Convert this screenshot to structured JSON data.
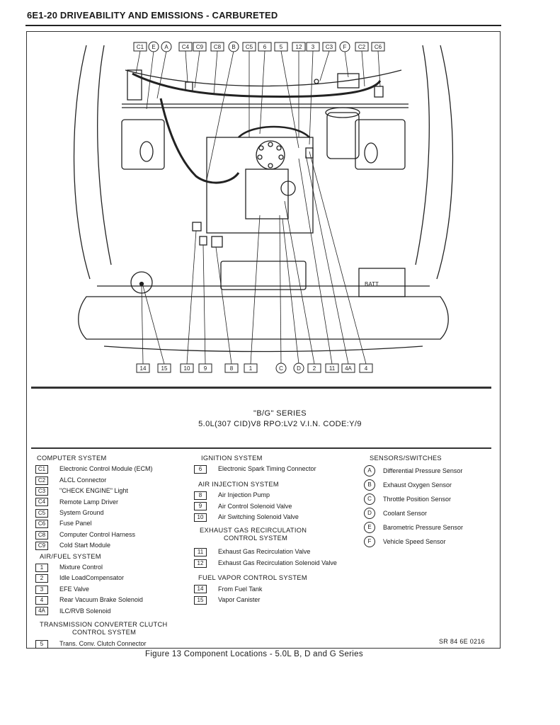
{
  "header": {
    "title": "6E1-20 DRIVEABILITY AND EMISSIONS - CARBURETED"
  },
  "diagram": {
    "top_callouts": [
      "C1",
      "E",
      "A",
      "C4",
      "C9",
      "C8",
      "B",
      "C5",
      "6",
      "5",
      "12",
      "3",
      "C3",
      "F",
      "C2",
      "C6"
    ],
    "bottom_callouts": [
      "14",
      "15",
      "10",
      "9",
      "8",
      "1",
      "C",
      "D",
      "2",
      "11",
      "4A",
      "4"
    ],
    "batt_label": "BATT."
  },
  "series": {
    "line1": "\"B/G\" SERIES",
    "line2": "5.0L(307 CID)V8 RPO:LV2 V.I.N. CODE:Y/9"
  },
  "legend": {
    "computer": {
      "title": "COMPUTER SYSTEM",
      "items": [
        {
          "code": "C1",
          "text": "Electronic Control Module (ECM)"
        },
        {
          "code": "C2",
          "text": "ALCL Connector"
        },
        {
          "code": "C3",
          "text": "\"CHECK ENGINE\" Light"
        },
        {
          "code": "C4",
          "text": "Remote Lamp Driver"
        },
        {
          "code": "C5",
          "text": "System Ground"
        },
        {
          "code": "C6",
          "text": "Fuse Panel"
        },
        {
          "code": "C8",
          "text": "Computer Control Harness"
        },
        {
          "code": "C9",
          "text": "Cold Start Module"
        }
      ]
    },
    "airfuel": {
      "title": "AIR/FUEL SYSTEM",
      "items": [
        {
          "code": "1",
          "text": "Mixture Control"
        },
        {
          "code": "2",
          "text": "Idle LoadCompensator"
        },
        {
          "code": "3",
          "text": "EFE Valve"
        },
        {
          "code": "4",
          "text": "Rear Vacuum Brake Solenoid"
        },
        {
          "code": "4A",
          "text": "ILC/RVB Solenoid"
        }
      ]
    },
    "transmission": {
      "title1": "TRANSMISSION CONVERTER CLUTCH",
      "title2": "CONTROL SYSTEM",
      "items": [
        {
          "code": "5",
          "text": "Trans. Conv. Clutch Connector"
        }
      ]
    },
    "ignition": {
      "title": "IGNITION SYSTEM",
      "items": [
        {
          "code": "6",
          "text": "Electronic Spark Timing Connector"
        }
      ]
    },
    "air_injection": {
      "title": "AIR INJECTION SYSTEM",
      "items": [
        {
          "code": "8",
          "text": "Air Injection Pump"
        },
        {
          "code": "9",
          "text": "Air Control Solenoid Valve"
        },
        {
          "code": "10",
          "text": "Air Switching Solenoid Valve"
        }
      ]
    },
    "egr": {
      "title1": "EXHAUST GAS RECIRCULATION",
      "title2": "CONTROL SYSTEM",
      "items": [
        {
          "code": "11",
          "text": "Exhaust Gas Recirculation Valve"
        },
        {
          "code": "12",
          "text": "Exhaust Gas Recirculation Solenoid Valve"
        }
      ]
    },
    "fuel_vapor": {
      "title": "FUEL VAPOR CONTROL SYSTEM",
      "items": [
        {
          "code": "14",
          "text": "From Fuel Tank"
        },
        {
          "code": "15",
          "text": "Vapor Canister"
        }
      ]
    },
    "sensors": {
      "title": "SENSORS/SWITCHES",
      "items": [
        {
          "code": "A",
          "text": "Differential Pressure Sensor"
        },
        {
          "code": "B",
          "text": "Exhaust Oxygen Sensor"
        },
        {
          "code": "C",
          "text": "Throttle Position Sensor"
        },
        {
          "code": "D",
          "text": "Coolant Sensor"
        },
        {
          "code": "E",
          "text": "Barometric Pressure Sensor"
        },
        {
          "code": "F",
          "text": "Vehicle Speed Sensor"
        }
      ]
    }
  },
  "footer": {
    "sr_number": "SR 84 6E 0216",
    "caption": "Figure 13 Component Locations - 5.0L B, D and G Series"
  }
}
